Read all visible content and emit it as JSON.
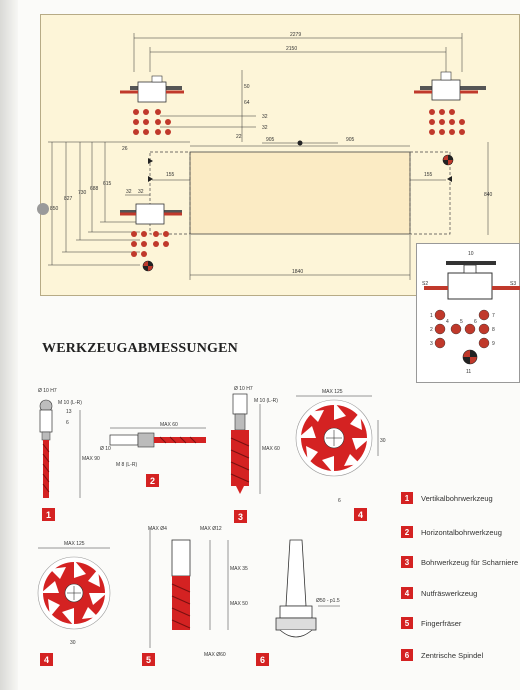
{
  "section_title": "WERKZEUGABMESSUNGEN",
  "layout_dims": {
    "d2279": "2279",
    "d2150": "2150",
    "d32a": "32",
    "d32b": "32",
    "d64": "64",
    "d50": "50",
    "d905a": "905",
    "d905b": "905",
    "d155a": "155",
    "d155b": "155",
    "d32c": "32",
    "d32d": "32",
    "d1840": "1840",
    "d850": "850",
    "d827": "827",
    "d730": "730",
    "d688": "688",
    "d615": "615",
    "d22": "22",
    "d26": "26",
    "d840": "840"
  },
  "inset_labels": {
    "top": "10",
    "left": "S2",
    "right": "S3",
    "n1": "1",
    "n2": "2",
    "n3": "3",
    "n4": "4",
    "n5": "5",
    "n6": "6",
    "n7": "7",
    "n8": "8",
    "n9": "9",
    "n11": "11"
  },
  "tool_dims": {
    "t1_a": "Ø 10 H7",
    "t1_b": "M 10 (L-R)",
    "t1_c": "13",
    "t1_d": "6",
    "t1_e": "MAX 90",
    "t2_a": "MAX 60",
    "t2_b": "Ø 10",
    "t2_c": "M 8 (L-R)",
    "t3_a": "Ø 10 H7",
    "t3_b": "M 10 (L-R)",
    "t3_c": "MAX 60",
    "t4_a": "MAX 125",
    "t4_b": "30",
    "t4_c": "6",
    "t4_d": "MAX 125",
    "t4_e": "30",
    "t5_a": "MAX Ø4",
    "t5_b": "MAX Ø12",
    "t5_c": "MAX Ø60",
    "t5_d": "MAX 35",
    "t5_e": "MAX 50",
    "t6_a": "Ø50 - p1.5"
  },
  "tool_numbers": [
    "1",
    "2",
    "3",
    "4",
    "4",
    "5",
    "6"
  ],
  "legend": [
    {
      "num": "1",
      "label": "Vertikalbohrwerkzeug"
    },
    {
      "num": "2",
      "label": "Horizontalbohrwerkzeug"
    },
    {
      "num": "3",
      "label": "Bohrwerkzeug für Scharniere"
    },
    {
      "num": "4",
      "label": "Nutfräswerkzeug"
    },
    {
      "num": "5",
      "label": "Fingerfräser"
    },
    {
      "num": "6",
      "label": "Zentrische Spindel"
    }
  ],
  "colors": {
    "accent_red": "#d42222",
    "panel_cream": "#fdf5d8",
    "table_beige": "#fbebc4"
  }
}
